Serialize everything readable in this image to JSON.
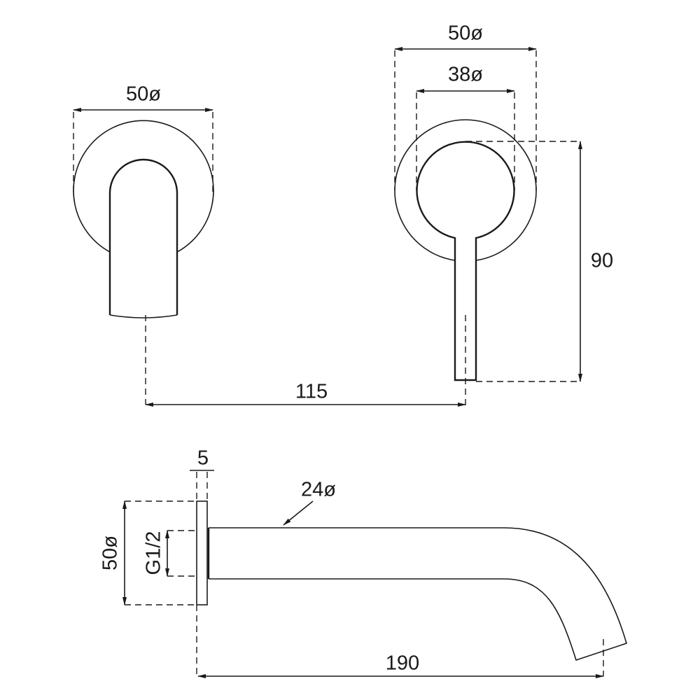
{
  "dimensions": {
    "front_spout_diameter": "50ø",
    "handle_plate_diameter": "50ø",
    "handle_inner_diameter": "38ø",
    "handle_height": "90",
    "spacing": "115",
    "plate_thickness": "5",
    "pipe_diameter": "24ø",
    "side_plate_diameter": "50ø",
    "thread": "G1/2",
    "spout_length": "190"
  }
}
